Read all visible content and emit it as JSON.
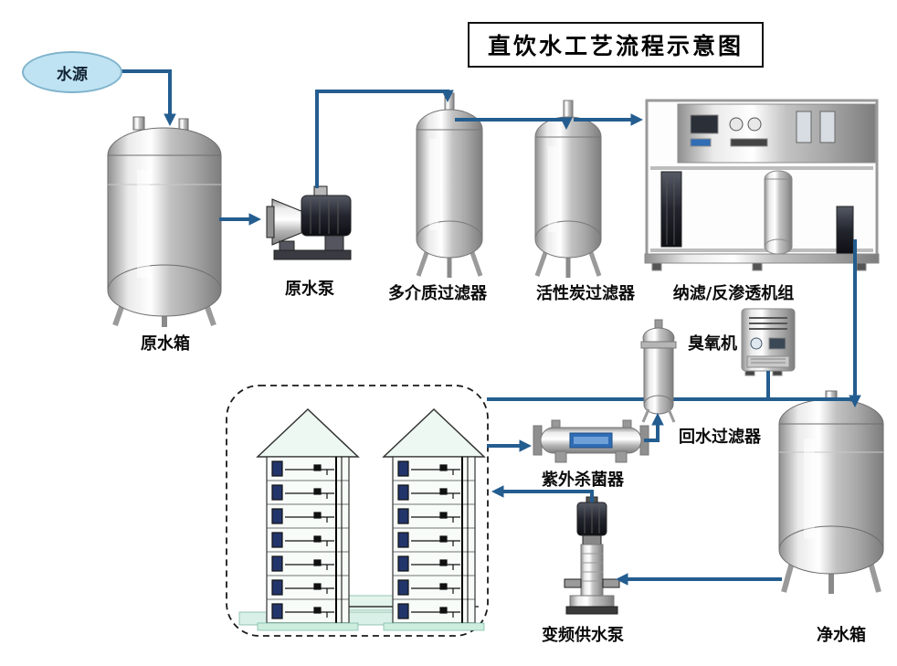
{
  "title": "直饮水工艺流程示意图",
  "colors": {
    "pipe": "#245d8f",
    "source_fill": "#bfe3f2",
    "source_border": "#7fb3cc",
    "building_tint": "#d9f0e8"
  },
  "nodes": {
    "source": {
      "label": "水源"
    },
    "raw_tank": {
      "label": "原水箱"
    },
    "raw_pump": {
      "label": "原水泵"
    },
    "media_filter": {
      "label": "多介质过滤器"
    },
    "carbon_filter": {
      "label": "活性炭过滤器"
    },
    "ro_unit": {
      "label": "纳滤/反渗透机组"
    },
    "ozone": {
      "label": "臭氧机"
    },
    "return_filter": {
      "label": "回水过滤器"
    },
    "uv": {
      "label": "紫外杀菌器"
    },
    "vfd_pump": {
      "label": "变频供水泵"
    },
    "clean_tank": {
      "label": "净水箱"
    }
  }
}
